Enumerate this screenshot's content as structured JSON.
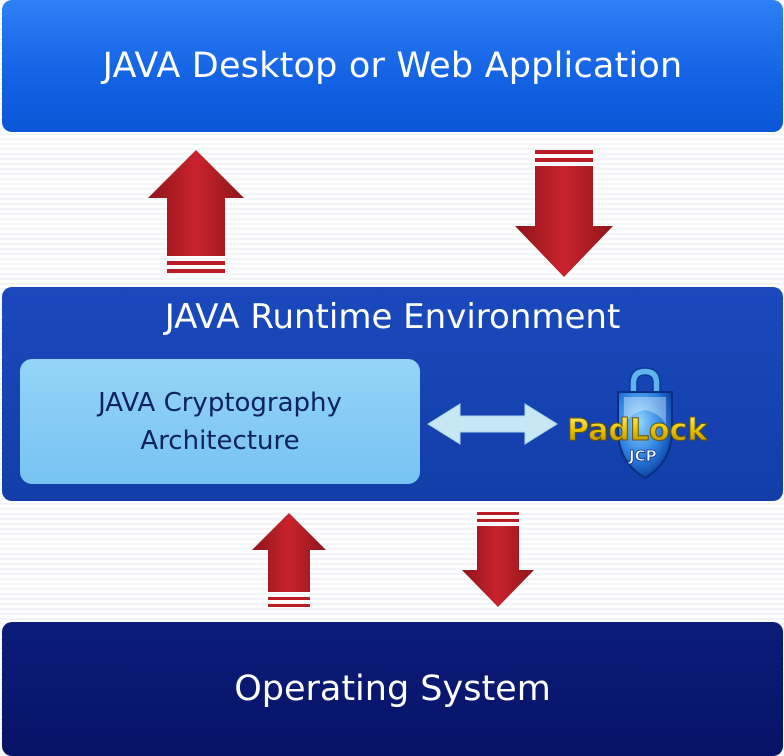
{
  "top_box": {
    "label": "JAVA Desktop or Web Application"
  },
  "jre_box": {
    "label": "JAVA Runtime Environment",
    "jca": {
      "line1": "JAVA Cryptography",
      "line2": "Architecture"
    }
  },
  "os_box": {
    "label": "Operating System"
  },
  "logo": {
    "word": "PadLock",
    "sub": "JCP"
  },
  "colors": {
    "top_box": "#1464e6",
    "jre_box": "#123ea9",
    "jca_box": "#8ccff5",
    "os_box": "#0a1872",
    "arrow_red": "#b91d25",
    "double_arrow": "#c7e7f4"
  },
  "icons": [
    "up-arrow",
    "down-arrow",
    "double-arrow",
    "padlock-shield"
  ]
}
